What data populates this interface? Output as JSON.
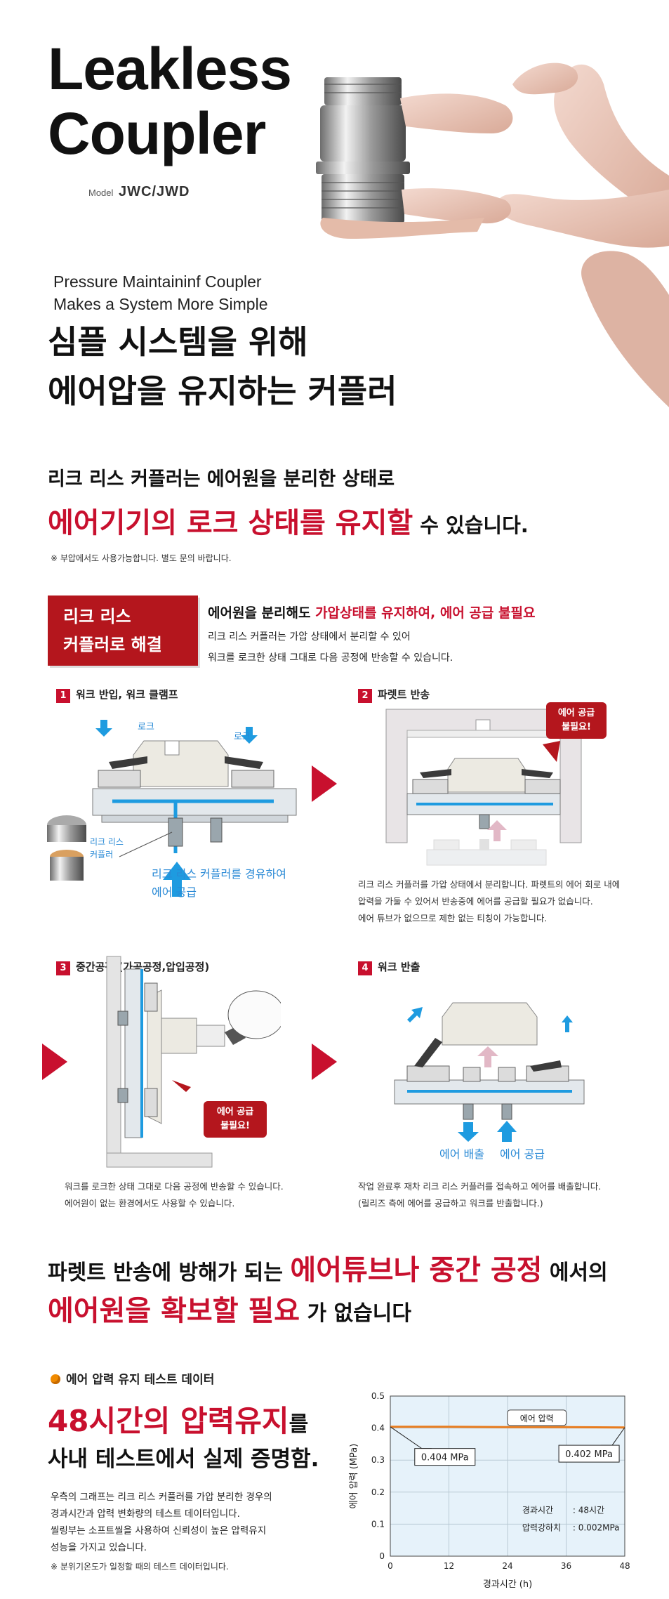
{
  "hero": {
    "title_line1": "Leakless",
    "title_line2": "Coupler",
    "model_prefix": "Model",
    "model_name": "JWC/JWD",
    "en_line1": "Pressure Maintaininf Coupler",
    "en_line2": "Makes a System More Simple",
    "ko_line1": "심플 시스템을 위해",
    "ko_line2": "에어압을 유지하는 커플러"
  },
  "intro": {
    "line1": "리크 리스 커플러는 에어원을 분리한 상태로",
    "line2_highlight": "에어기기의 로크 상태를 유지할",
    "line2_tail": " 수 있습니다.",
    "note": "※ 부압에서도 사용가능합니다. 별도 문의 바랍니다."
  },
  "solution": {
    "box_line1": "리크 리스",
    "box_line2": "커플러로 해결",
    "head_plain": "에어원을 분리해도 ",
    "head_highlight": "가압상태를 유지하여, 에어 공급 불필요",
    "line1": "리크 리스 커플러는 가압 상태에서 분리할 수 있어",
    "line2": "워크를 로크한 상태 그대로 다음 공정에 반송할 수 있습니다."
  },
  "steps": [
    {
      "num": "1",
      "title": "워크 반입, 워크 클램프",
      "lock_left": "로크",
      "lock_right": "로크",
      "coupler_l1": "리크 리스",
      "coupler_l2": "커플러",
      "supply_l1": "리크 리스 커플러를 경유하여",
      "supply_l2": "에어 공급"
    },
    {
      "num": "2",
      "title": "파렛트 반송",
      "bubble_l1": "에어 공급",
      "bubble_l2": "불필요!",
      "cap1": "리크 리스 커플러를 가압 상태에서 분리합니다. 파렛트의 에어 회로 내에",
      "cap2": "압력을 가둘 수 있어서 반송중에 에어를 공급할 필요가 없습니다.",
      "cap3": "에어 튜브가 없으므로 제한 없는 티칭이 가능합니다."
    },
    {
      "num": "3",
      "title": "중간공정 (가공공정,압입공정)",
      "bubble_l1": "에어 공급",
      "bubble_l2": "불필요!",
      "cap1": "워크를 로크한 상태 그대로 다음 공정에 반송할 수 있습니다.",
      "cap2": "에어원이 없는 환경에서도 사용할 수 있습니다."
    },
    {
      "num": "4",
      "title": "워크 반출",
      "exhaust": "에어 배출",
      "supply": "에어 공급",
      "cap1": "작업 완료후 재차 리크 리스 커플러를 접속하고 에어를 배출합니다.",
      "cap2": "(릴리즈 측에 에어를 공급하고 워크를 반출합니다.)"
    }
  ],
  "claim": {
    "l1_plain": "파렛트 반송에 방해가 되는 ",
    "l1_highlight": "에어튜브나 중간 공정",
    "l1_tail": " 에서의",
    "l2_highlight": "에어원을 확보할 필요",
    "l2_tail": " 가 없습니다"
  },
  "test": {
    "head": "에어 압력 유지 테스트 데이터",
    "big1_highlight": "48시간의 압력유지",
    "big1_tail": "를",
    "big2": "사내 테스트에서 실제 증명함.",
    "desc1": "우측의 그래프는 리크 리스 커플러를 가압 분리한 경우의",
    "desc2": "경과시간과 압력 변화량의 테스트 데이터입니다.",
    "desc3": "씰링부는 소프트씰을 사용하여 신뢰성이 높은 압력유지",
    "desc4": "성능을 가지고 있습니다.",
    "note": "※ 분위기온도가 일정할 때의 테스트 데이터입니다."
  },
  "chart_data": {
    "type": "line",
    "xlabel": "경과시간 (h)",
    "ylabel": "에어 압력 (MPa)",
    "xlim": [
      0,
      48
    ],
    "ylim": [
      0,
      0.5
    ],
    "xticks": [
      0,
      12,
      24,
      36,
      48
    ],
    "yticks": [
      0,
      0.1,
      0.2,
      0.3,
      0.4,
      0.5
    ],
    "grid": true,
    "series": [
      {
        "name": "에어 압력",
        "x": [
          0,
          12,
          24,
          36,
          48
        ],
        "y": [
          0.404,
          0.404,
          0.403,
          0.403,
          0.402
        ],
        "color": "#e87c1e"
      }
    ],
    "annotations": {
      "start": "0.404 MPa",
      "end": "0.402 MPa"
    },
    "info": {
      "elapsed_label": "경과시간",
      "elapsed_value": ": 48시간",
      "drop_label": "압력강하치",
      "drop_value": ": 0.002MPa"
    }
  }
}
